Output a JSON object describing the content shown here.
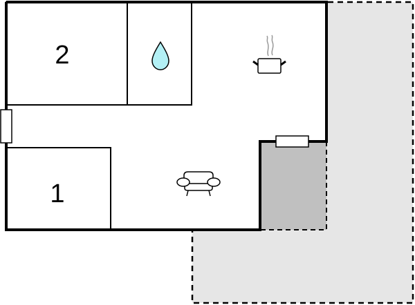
{
  "floorplan": {
    "rooms": [
      {
        "id": "bedroom-2",
        "label": "2",
        "type": "bedroom"
      },
      {
        "id": "bathroom",
        "label": "",
        "type": "bathroom",
        "icon": "water-drop-icon"
      },
      {
        "id": "kitchen",
        "label": "",
        "type": "kitchen",
        "icon": "cooking-pot-icon"
      },
      {
        "id": "living-room",
        "label": "",
        "type": "living",
        "icon": "sofa-icon"
      },
      {
        "id": "bedroom-1",
        "label": "1",
        "type": "bedroom"
      }
    ],
    "outdoor_areas": [
      {
        "id": "terrace",
        "type": "covered-terrace"
      },
      {
        "id": "garden",
        "type": "outdoor-area"
      }
    ],
    "windows": [
      {
        "id": "window-west"
      },
      {
        "id": "window-terrace"
      }
    ],
    "colors": {
      "wall": "#000000",
      "interior": "#ffffff",
      "terrace": "#c0c0c0",
      "garden": "#e6e6e6",
      "water": "#b3f0f5",
      "steam": "#999999"
    }
  }
}
